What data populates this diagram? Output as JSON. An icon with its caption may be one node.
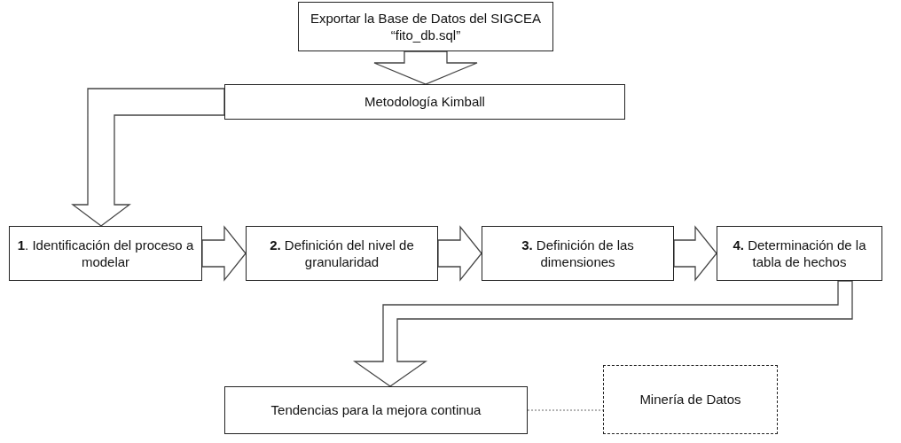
{
  "diagram": {
    "nodes": [
      {
        "text": [
          "Exportar la Base de Datos del SIGCEA “fito_db.sql”"
        ]
      },
      {
        "text": [
          "Metodología Kimball"
        ]
      },
      {
        "text": [
          "**1**. Identificación del proceso a modelar"
        ]
      },
      {
        "text": [
          "**2.** Definición del nivel de granularidad"
        ]
      },
      {
        "text": [
          "**3.** Definición de las dimensiones"
        ]
      },
      {
        "text": [
          "**4.** Determinación de la tabla de hechos"
        ]
      },
      {
        "text": [
          "Tendencias para la mejora continua"
        ]
      },
      {
        "text": [
          "Minería de Datos"
        ]
      }
    ],
    "edges": [
      {
        "from": 0,
        "to": 1,
        "arrow": "to"
      },
      {
        "from": 1,
        "to": 2,
        "arrow": "to"
      },
      {
        "from": 2,
        "to": 3,
        "arrow": "to"
      },
      {
        "from": 3,
        "to": 4,
        "arrow": "to"
      },
      {
        "from": 4,
        "to": 5,
        "arrow": "to"
      },
      {
        "from": 5,
        "to": 6,
        "arrow": "to"
      },
      {
        "from": 6,
        "to": 7,
        "arrow": "none",
        "style": "dashed",
        "color": "#999999"
      }
    ]
  }
}
